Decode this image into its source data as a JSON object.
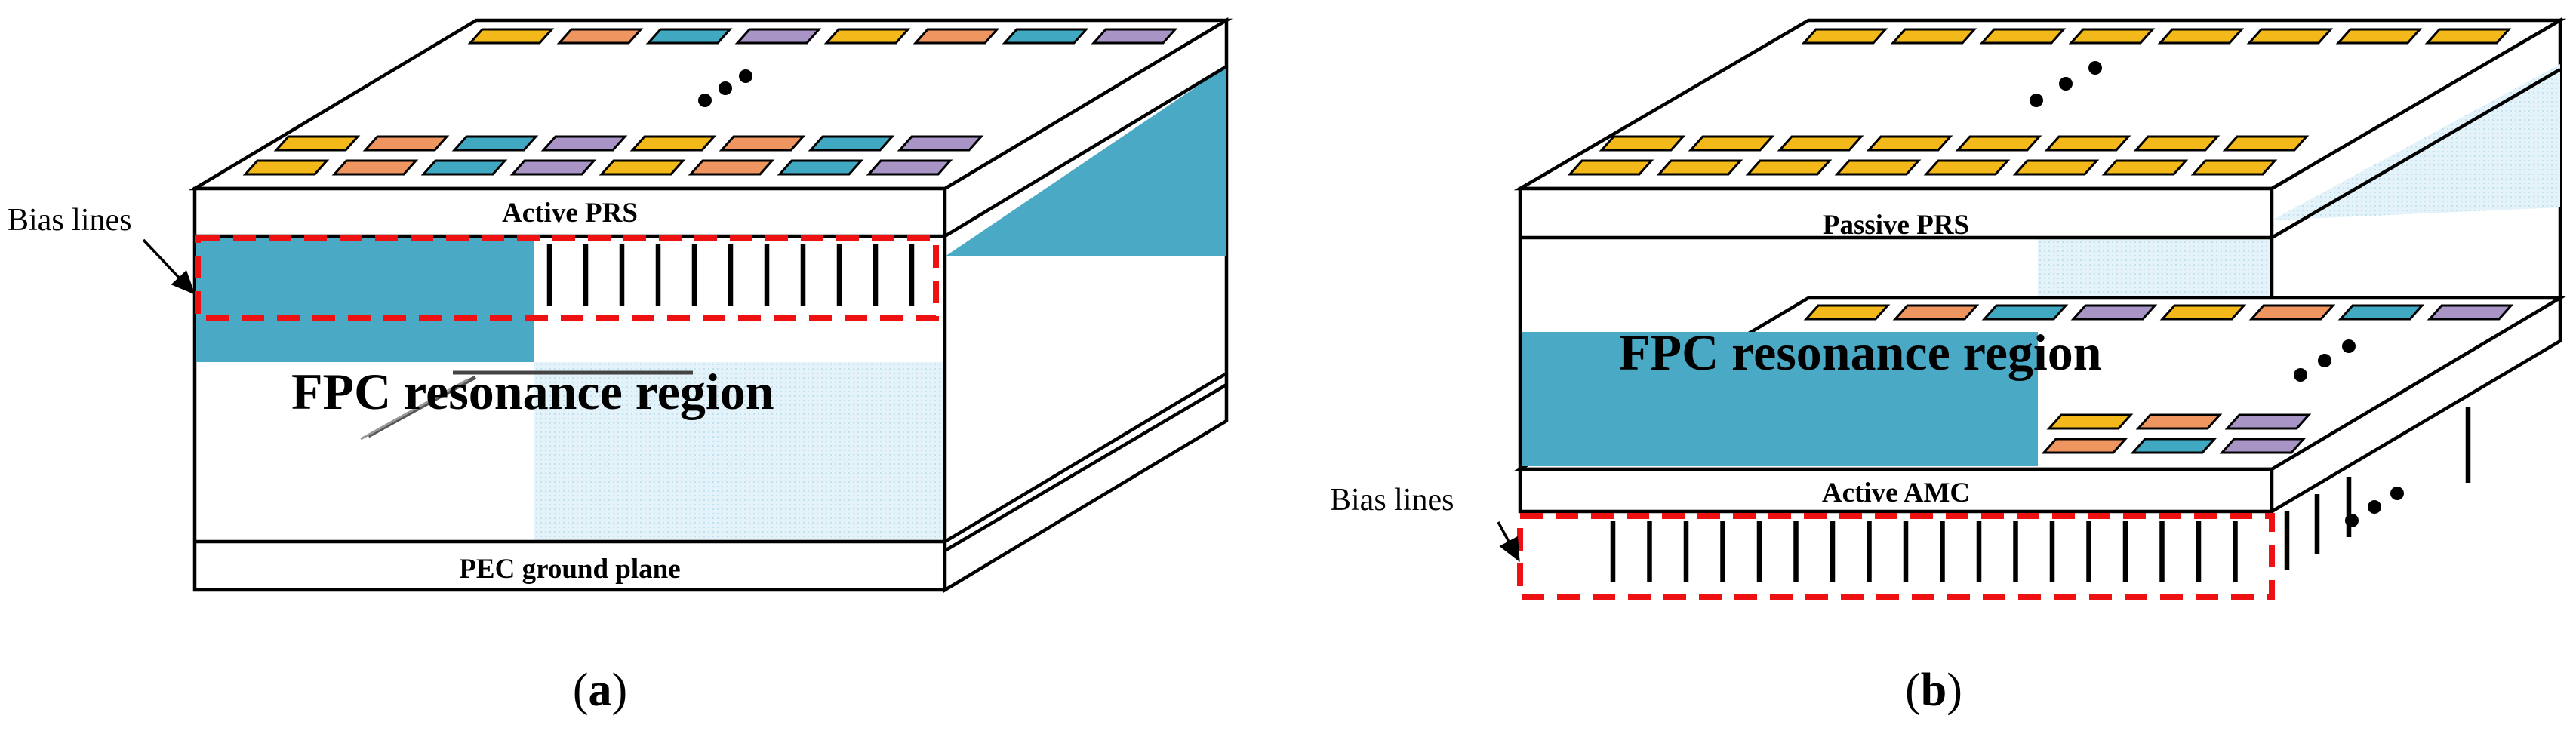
{
  "colors": {
    "teal": "#4aa9c4",
    "light_teal": "#dceff6",
    "patch_yellow": "#f3b91a",
    "patch_orange": "#ef9660",
    "patch_blue": "#41a8c2",
    "patch_purple": "#a895c6",
    "dash_red": "#ee1111"
  },
  "panel_a": {
    "label_active_prs": "Active PRS",
    "label_ground": "PEC ground plane",
    "label_fpc": "FPC resonance region",
    "label_bias": "Bias lines",
    "caption_paren_open": "(",
    "caption_letter": "a",
    "caption_paren_close": ")"
  },
  "panel_b": {
    "label_passive_prs": "Passive PRS",
    "label_active_amc": "Active AMC",
    "label_fpc": "FPC resonance region",
    "label_bias": "Bias lines",
    "caption_paren_open": "(",
    "caption_letter": "b",
    "caption_paren_close": ")"
  }
}
